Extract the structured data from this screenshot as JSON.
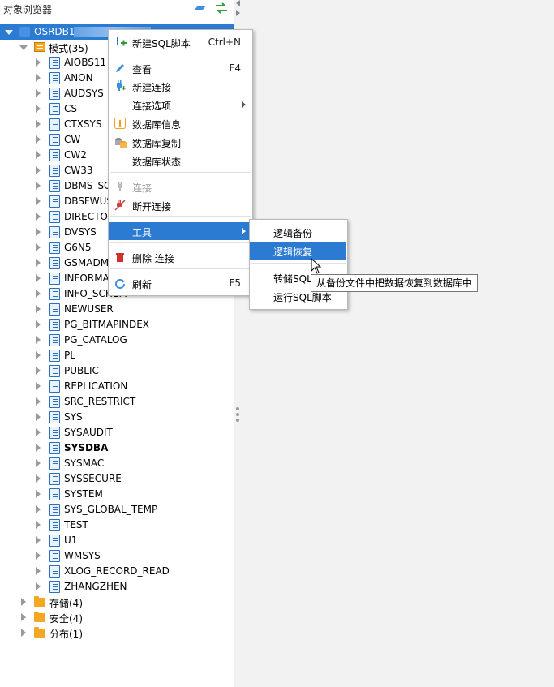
{
  "panel": {
    "title": "对象浏览器"
  },
  "tree": {
    "root": {
      "label": "OSRDB1"
    },
    "schemas_label": "模式(35)",
    "schemas": [
      "AIOBS11",
      "ANON",
      "AUDSYS",
      "CS",
      "CTXSYS",
      "CW",
      "CW2",
      "CW33",
      "DBMS_SC",
      "DBSFWUS",
      "DIRECTO",
      "DVSYS",
      "G6N5",
      "GSMADM",
      "INFORMA",
      "INFO_SCHEM",
      "NEWUSER",
      "PG_BITMAPINDEX",
      "PG_CATALOG",
      "PL",
      "PUBLIC",
      "REPLICATION",
      "SRC_RESTRICT",
      "SYS",
      "SYSAUDIT",
      "SYSDBA",
      "SYSMAC",
      "SYSSECURE",
      "SYSTEM",
      "SYS_GLOBAL_TEMP",
      "TEST",
      "U1",
      "WMSYS",
      "XLOG_RECORD_READ",
      "ZHANGZHEN"
    ],
    "bold_schema": "SYSDBA",
    "folders": [
      {
        "label": "存储(4)"
      },
      {
        "label": "安全(4)"
      },
      {
        "label": "分布(1)"
      }
    ]
  },
  "context_menu": {
    "items": [
      {
        "label": "新建SQL脚本",
        "shortcut": "Ctrl+N",
        "icon": "new-sql-script-icon"
      },
      {
        "label": "查看",
        "shortcut": "F4",
        "icon": "pencil-icon"
      },
      {
        "label": "新建连接",
        "shortcut": "",
        "icon": "plug-add-icon"
      },
      {
        "label": "连接选项",
        "shortcut": "",
        "icon": ""
      },
      {
        "label": "数据库信息",
        "shortcut": "",
        "icon": "info-icon"
      },
      {
        "label": "数据库复制",
        "shortcut": "",
        "icon": "db-copy-icon"
      },
      {
        "label": "数据库状态",
        "shortcut": "",
        "icon": ""
      },
      {
        "label": "连接",
        "shortcut": "",
        "icon": "plug-icon"
      },
      {
        "label": "断开连接",
        "shortcut": "",
        "icon": "plug-disconnect-icon"
      },
      {
        "label": "工具",
        "shortcut": "",
        "icon": ""
      },
      {
        "label": "删除 连接",
        "shortcut": "",
        "icon": "trash-icon"
      },
      {
        "label": "刷新",
        "shortcut": "F5",
        "icon": "refresh-icon"
      }
    ]
  },
  "tools_submenu": {
    "items": [
      {
        "label": "逻辑备份"
      },
      {
        "label": "逻辑恢复"
      },
      {
        "label": "转储SQL"
      },
      {
        "label": "运行SQL脚本"
      }
    ]
  },
  "tooltip": {
    "text": "从备份文件中把数据恢复到数据库中"
  },
  "colors": {
    "selection": "#2b7bd2",
    "folder": "#f5a623",
    "schema_icon": "#2b6fbf"
  }
}
